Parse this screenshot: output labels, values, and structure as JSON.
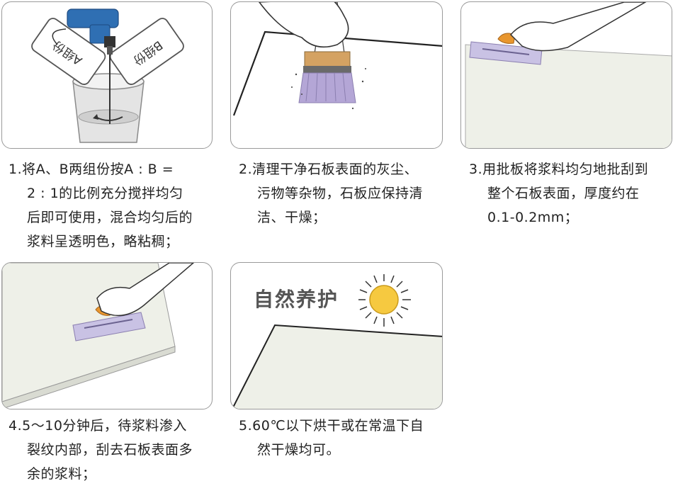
{
  "steps": [
    {
      "number": "1.",
      "lines": [
        "将A、B两组份按A : B =",
        "2 : 1的比例充分搅拌均匀",
        "后即可使用，混合均匀后的",
        "浆料呈透明色，略粘稠；"
      ]
    },
    {
      "number": "2.",
      "lines": [
        "清理干净石板表面的灰尘、",
        "污物等杂物，石板应保持清",
        "洁、干燥；"
      ]
    },
    {
      "number": "3.",
      "lines": [
        "用批板将浆料均匀地批刮到",
        "整个石板表面，厚度约在",
        "0.1-0.2mm；"
      ]
    },
    {
      "number": "4.",
      "lines": [
        "5～10分钟后，待浆料渗入",
        "裂纹内部，刮去石板表面多",
        "余的浆料；"
      ]
    },
    {
      "number": "5.",
      "lines": [
        "60℃以下烘干或在常温下自",
        "然干燥均可。"
      ]
    }
  ],
  "illustrations": {
    "bag_a_label": "A组份",
    "bag_b_label": "B组份",
    "cure_label": "自然养护"
  },
  "colors": {
    "panel_border": "#9a9a9a",
    "drill_blue": "#2f6fb3",
    "trowel_orange": "#e8962e",
    "trowel_blade": "#c9c2e4",
    "slab_fill": "#eef0e8",
    "sun_yellow": "#f6c940",
    "brush_lavender": "#b4a6d6"
  }
}
